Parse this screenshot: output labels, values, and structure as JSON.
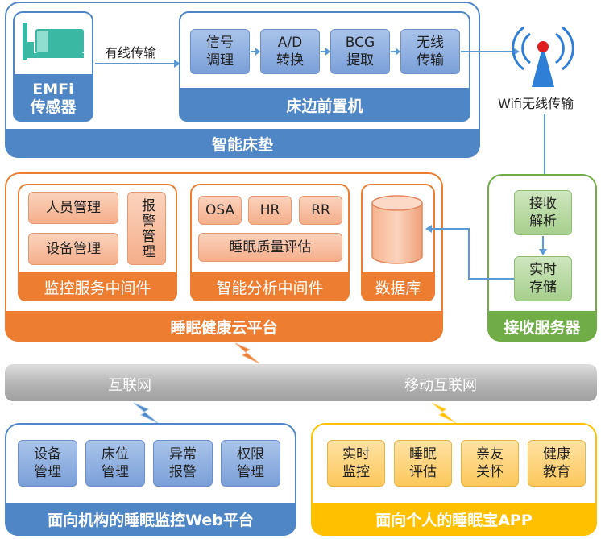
{
  "mattress": {
    "title": "智能床垫",
    "sensor_label": "EMFi\n传感器",
    "wired_label": "有线传输",
    "front_end_title": "床边前置机",
    "front_end_steps": [
      "信号\n调理",
      "A/D\n转换",
      "BCG\n提取",
      "无线\n传输"
    ]
  },
  "wifi_label": "Wifi无线传输",
  "receiver": {
    "title": "接收服务器",
    "items": [
      "接收\n解析",
      "实时\n存储"
    ]
  },
  "cloud": {
    "title": "睡眠健康云平台",
    "monitor": {
      "title": "监控服务中间件",
      "items": [
        "人员管理",
        "设备管理",
        "报警管理"
      ]
    },
    "analysis": {
      "title": "智能分析中间件",
      "items": [
        "OSA",
        "HR",
        "RR",
        "睡眠质量评估"
      ]
    },
    "database": {
      "title": "数据库"
    }
  },
  "network": {
    "left": "互联网",
    "right": "移动互联网"
  },
  "web_platform": {
    "title": "面向机构的睡眠监控Web平台",
    "items": [
      "设备\n管理",
      "床位\n管理",
      "异常\n报警",
      "权限\n管理"
    ]
  },
  "app": {
    "title": "面向个人的睡眠宝APP",
    "items": [
      "实时\n监控",
      "睡眠\n评估",
      "亲友\n关怀",
      "健康\n教育"
    ]
  },
  "colors": {
    "blue": "#4f86c6",
    "orange": "#ed7d31",
    "green": "#70ad47",
    "yellow": "#ffc000",
    "gray": "#a6a6a6"
  }
}
